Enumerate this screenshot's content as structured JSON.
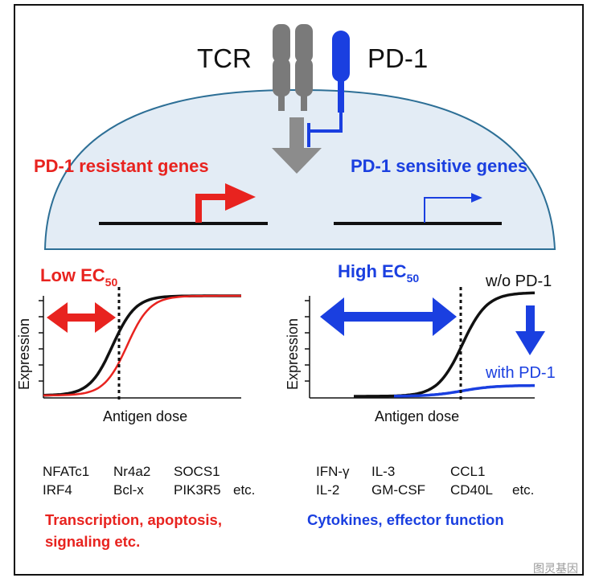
{
  "receptors": {
    "tcr_label": "TCR",
    "pd1_label": "PD-1"
  },
  "gene_headers": {
    "resistant": "PD-1 resistant genes",
    "sensitive": "PD-1 sensitive genes"
  },
  "left_panel": {
    "ec50_main": "Low EC",
    "ec50_sub": "50",
    "ylabel": "Expression",
    "xlabel": "Antigen dose",
    "genes_row1": [
      "NFATc1",
      "Nr4a2",
      "SOCS1"
    ],
    "genes_row2": [
      "IRF4",
      "Bcl-x",
      "PIK3R5",
      "etc."
    ],
    "footer_line1": "Transcription, apoptosis,",
    "footer_line2": "signaling etc."
  },
  "right_panel": {
    "ec50_main": "High EC",
    "ec50_sub": "50",
    "ylabel": "Expression",
    "xlabel": "Antigen dose",
    "curve_without": "w/o PD-1",
    "curve_with": "with PD-1",
    "genes_row1": [
      "IFN-γ",
      "IL-3",
      "CCL1"
    ],
    "genes_row2": [
      "IL-2",
      "GM-CSF",
      "CD40L",
      "etc."
    ],
    "footer": "Cytokines, effector function"
  },
  "watermark": "图灵基因",
  "colors": {
    "red": "#e8231f",
    "blue": "#1a3fe0",
    "grey": "#8c8c8c",
    "cell_fill": "#e3ecf5",
    "cell_edge": "#2d6f96"
  },
  "chart_data": [
    {
      "type": "line",
      "ylabel": "Expression",
      "xlabel": "Antigen dose",
      "series": [
        {
          "color": "black",
          "shape": "sigmoid",
          "midpoint": "low dose"
        },
        {
          "color": "red",
          "shape": "sigmoid",
          "midpoint": "slightly higher dose"
        }
      ],
      "annotations": [
        "Low EC50"
      ]
    },
    {
      "type": "line",
      "ylabel": "Expression",
      "xlabel": "Antigen dose",
      "series": [
        {
          "name": "w/o PD-1",
          "color": "black",
          "shape": "sigmoid",
          "midpoint": "high dose"
        },
        {
          "name": "with PD-1",
          "color": "blue",
          "shape": "suppressed",
          "midpoint": "high dose"
        }
      ],
      "annotations": [
        "High EC50"
      ]
    }
  ]
}
